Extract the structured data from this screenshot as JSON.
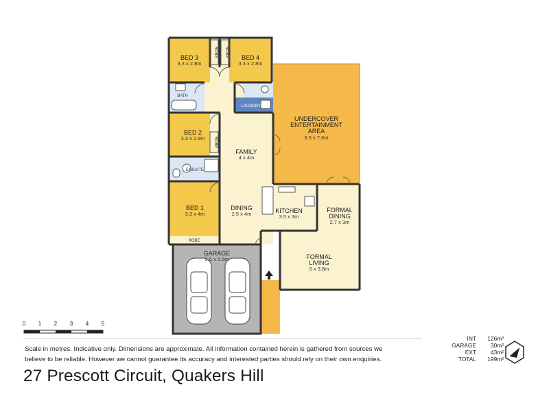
{
  "rooms": {
    "bed3": {
      "name": "BED 3",
      "dims": "3.3 x 2.8m"
    },
    "bed4": {
      "name": "BED 4",
      "dims": "3.3 x 2.8m"
    },
    "bed2": {
      "name": "BED 2",
      "dims": "3.3 x 2.8m"
    },
    "bed1": {
      "name": "BED 1",
      "dims": "3.3 x 4m"
    },
    "family": {
      "name": "FAMILY",
      "dims": "4 x 4m"
    },
    "dining": {
      "name": "DINING",
      "dims": "2.5 x 4m"
    },
    "kitchen": {
      "name": "KITCHEN",
      "dims": "3.5 x 3m"
    },
    "formal_dining": {
      "name1": "FORMAL",
      "name2": "DINING",
      "dims": "2.7 x 3m"
    },
    "formal_living": {
      "name1": "FORMAL",
      "name2": "LIVING",
      "dims": "5 x 3.8m"
    },
    "undercover": {
      "name1": "UNDERCOVER",
      "name2": "ENTERTAINMENT",
      "name3": "AREA",
      "dims": "5.5 x 7.6m"
    },
    "garage": {
      "name": "GARAGE",
      "dims": "5.5 x 5.5m"
    },
    "bath": {
      "name": "BATH"
    },
    "ensuite": {
      "name": "ENSUITE"
    },
    "laundry": {
      "name": "LAUNDRY"
    },
    "robe": {
      "name": "ROBE"
    }
  },
  "scale": {
    "ticks": [
      "0",
      "1",
      "2",
      "3",
      "4",
      "5"
    ]
  },
  "disclaimer": {
    "line1": "Scale in metres. Indicative only. Dimensions are approximate.  All information contained herein is gathered from sources we",
    "line2": "believe to be reliable. However we cannot guarantee its accuracy and interested parties should rely on their own enquiries."
  },
  "areas": [
    {
      "label": "INT",
      "value": "126m²"
    },
    {
      "label": "GARAGE",
      "value": "30m²"
    },
    {
      "label": "EXT",
      "value": "43m²"
    },
    {
      "label": "TOTAL",
      "value": "199m²"
    }
  ],
  "address": "27 Prescott Circuit, Quakers Hill",
  "colors": {
    "bedroom": "#f4c84a",
    "hall": "#fbf2cf",
    "undercover": "#f5b94a",
    "wet": "#dbe8f4",
    "laundry": "#5f86c2",
    "garage": "#b5b5b5",
    "wall": "#333333"
  }
}
